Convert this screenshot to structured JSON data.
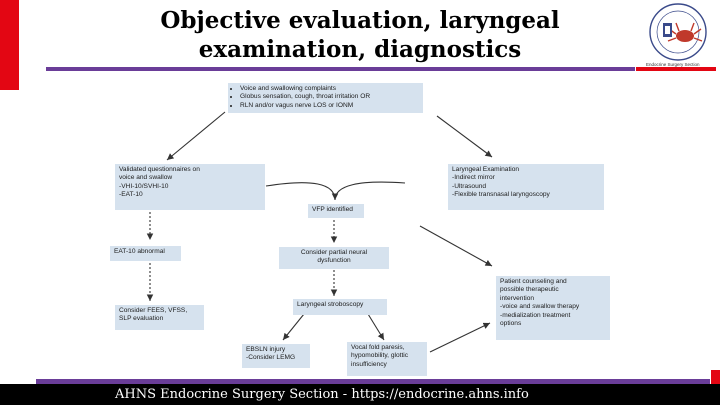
{
  "title": {
    "line1": "Objective evaluation, laryngeal",
    "line2": "examination, diagnostics"
  },
  "logo": {
    "caption": "Endocrine Surgery Section",
    "colors": {
      "crab": "#c0392b",
      "text": "#3a4a8a"
    }
  },
  "flowchart": {
    "top_box": {
      "bullets": [
        "Voice and swallowing complaints",
        "Globus sensation, cough, throat irritation OR",
        "RLN and/or vagus nerve LOS or IONM"
      ]
    },
    "questionnaires": {
      "lines": [
        "Validated questionnaires on",
        "voice and swallow",
        "-VHI-10/SVHI-10",
        "-EAT-10"
      ]
    },
    "laryngeal_exam": {
      "lines": [
        "Laryngeal Examination",
        "-Indirect mirror",
        "-Ultrasound",
        "-Flexible transnasal laryngoscopy"
      ]
    },
    "vfp": {
      "label": "VFP identified"
    },
    "eat10": {
      "label": "EAT-10 abnormal"
    },
    "partial": {
      "lines": [
        "Consider partial neural",
        "dysfunction"
      ]
    },
    "counseling": {
      "lines": [
        "Patient counseling and",
        "possible therapeutic",
        "intervention",
        "-voice and swallow therapy",
        "-medialization treatment",
        "options"
      ]
    },
    "fees": {
      "lines": [
        "Consider FEES, VFSS,",
        "SLP evaluation"
      ]
    },
    "strobo": {
      "label": "Laryngeal stroboscopy"
    },
    "ebsln": {
      "lines": [
        "EBSLN injury",
        "-Consider LEMG"
      ]
    },
    "paresis": {
      "lines": [
        "Vocal fold paresis,",
        "hypomobility, glottic",
        "insufficiency"
      ]
    }
  },
  "footer": {
    "text": "AHNS Endocrine Surgery Section - https://endocrine.ahns.info"
  },
  "colors": {
    "accent_purple": "#6a3d98",
    "accent_red": "#e30613",
    "box_fill": "#d6e2ee",
    "footer_bg": "#000000"
  }
}
